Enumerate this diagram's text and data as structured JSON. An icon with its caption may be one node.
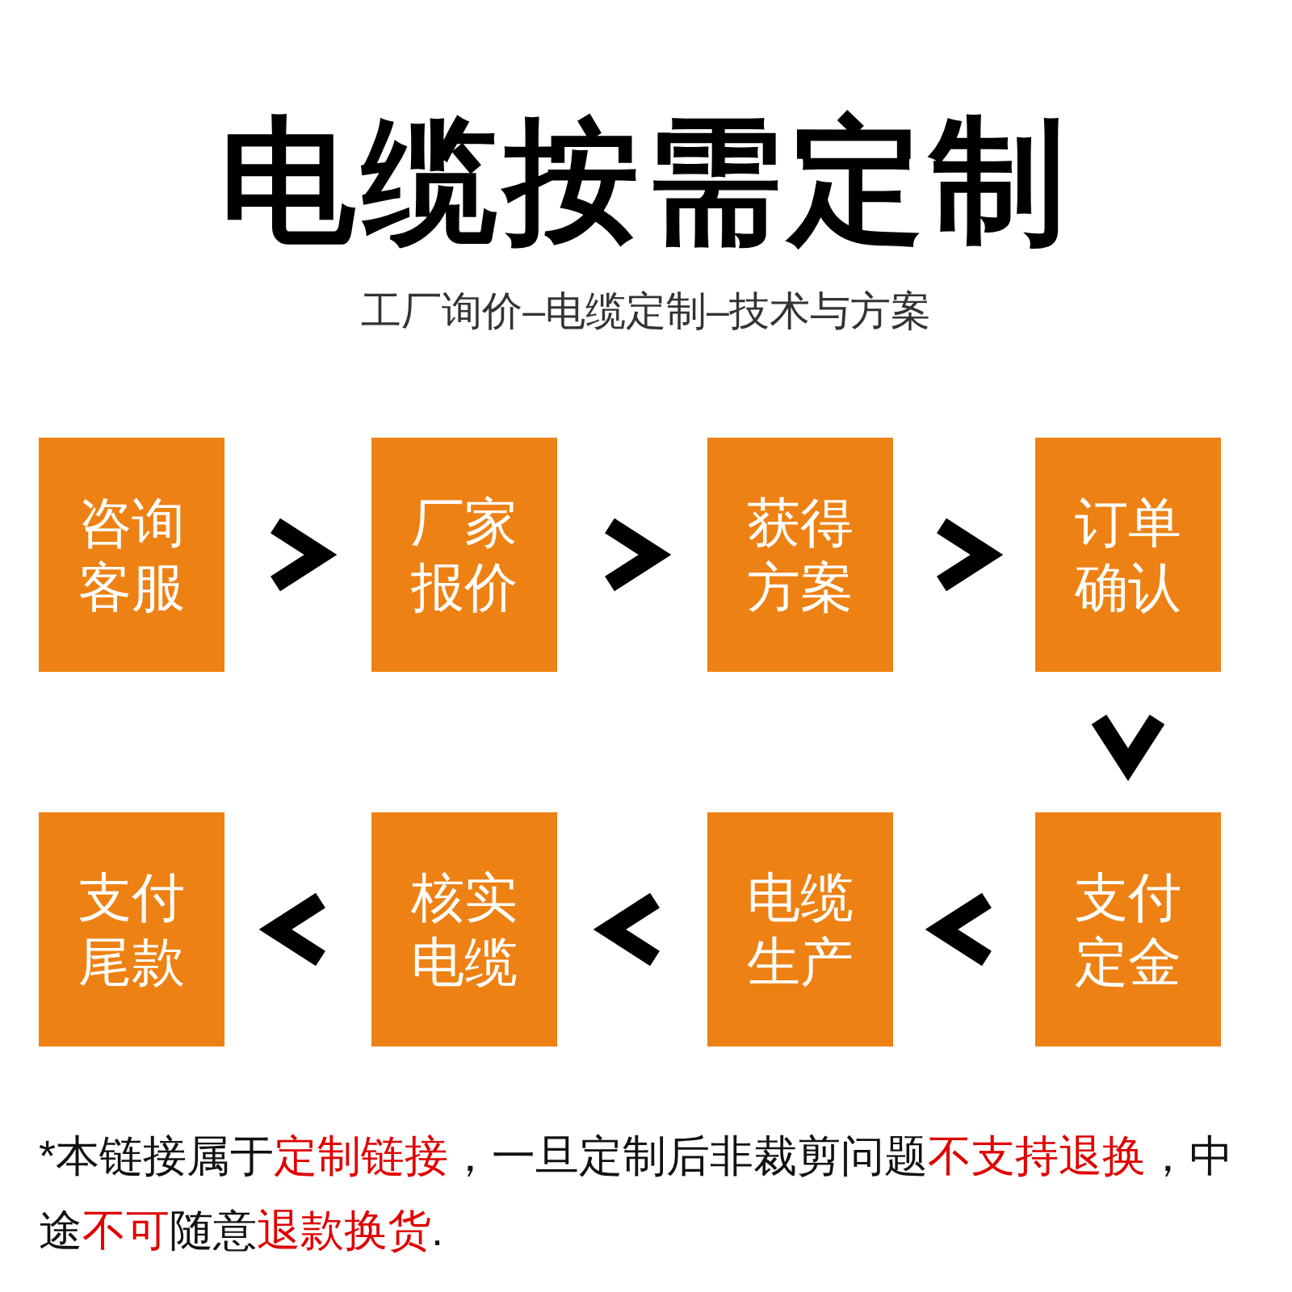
{
  "diagram": {
    "title": "电缆按需定制",
    "nodes": [
      {
        "text": [
          "咨询客服"
        ]
      },
      {
        "text": [
          "厂家报价"
        ]
      },
      {
        "text": [
          "获得方案"
        ]
      },
      {
        "text": [
          "订单确认"
        ]
      },
      {
        "text": [
          "支付尾款"
        ]
      },
      {
        "text": [
          "核实电缆"
        ]
      },
      {
        "text": [
          "电缆生产"
        ]
      },
      {
        "text": [
          "支付定金"
        ]
      }
    ],
    "edges": [
      {
        "from": 0,
        "to": 1,
        "arrow": "to"
      },
      {
        "from": 1,
        "to": 2,
        "arrow": "to"
      },
      {
        "from": 2,
        "to": 3,
        "arrow": "to"
      },
      {
        "from": 3,
        "to": 7,
        "arrow": "to"
      },
      {
        "from": 7,
        "to": 6,
        "arrow": "to"
      },
      {
        "from": 6,
        "to": 5,
        "arrow": "to"
      },
      {
        "from": 5,
        "to": 4,
        "arrow": "to"
      }
    ],
    "labels": [
      "工厂询价–电缆定制–技术与方案",
      "*本链接属于",
      "定制链接",
      "，一旦定制后非裁剪问题",
      "不支持退换",
      "，中途",
      "不可",
      "随意",
      "退款换货",
      "."
    ]
  }
}
